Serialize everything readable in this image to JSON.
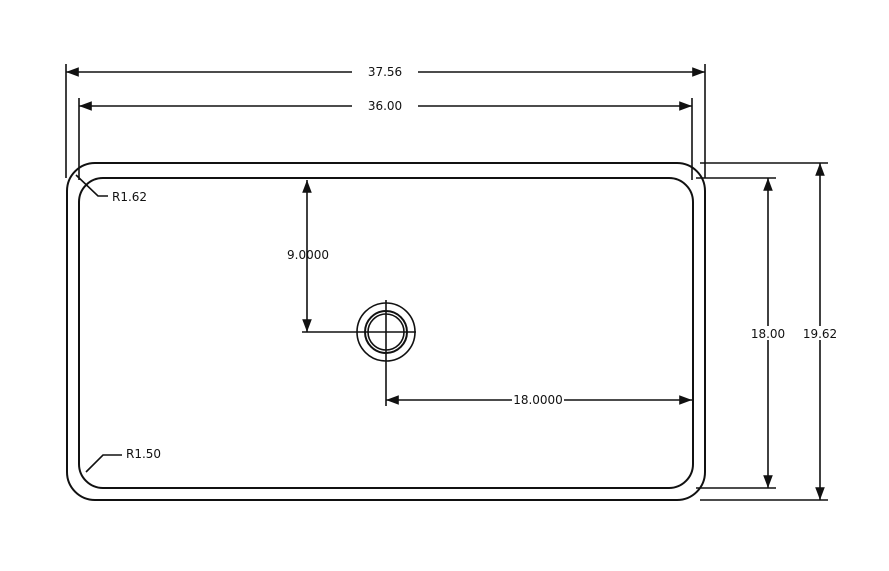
{
  "drawing": {
    "dimensions": {
      "overall_width": "37.56",
      "inner_width": "36.00",
      "inner_height": "18.00",
      "overall_height": "19.62",
      "drain_from_top": "9.0000",
      "drain_from_right": "18.0000"
    },
    "radii": {
      "outer_corner": "R1.62",
      "inner_corner": "R1.50"
    },
    "colors": {
      "line": "#111111",
      "background": "#ffffff"
    }
  }
}
